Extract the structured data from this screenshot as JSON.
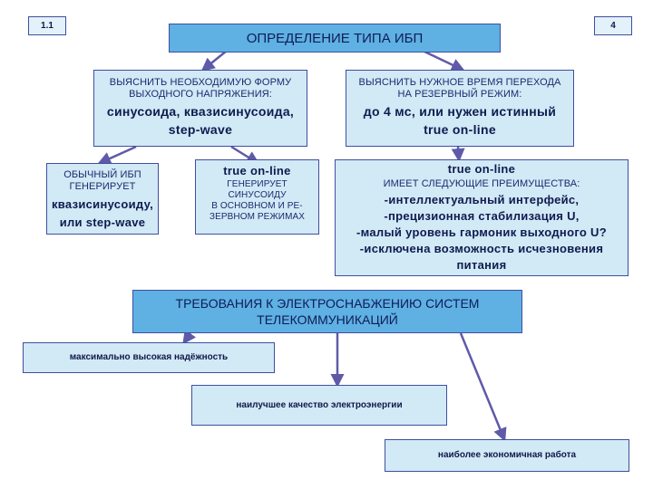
{
  "badges": {
    "left": "1.1",
    "right": "4"
  },
  "title": "ОПРЕДЕЛЕНИЕ  ТИПА  ИБП",
  "form_box": {
    "line1": "ВЫЯСНИТЬ НЕОБХОДИМУЮ ФОРМУ",
    "line2": "ВЫХОДНОГО НАПРЯЖЕНИЯ:",
    "line3": "синусоида, квазисинусоида,",
    "line4": "step-wave"
  },
  "time_box": {
    "line1": "ВЫЯСНИТЬ НУЖНОЕ ВРЕМЯ ПЕРЕХОДА",
    "line2": "НА РЕЗЕРВНЫЙ РЕЖИМ:",
    "line3": "до 4 мс, или нужен истинный",
    "line4": "true on-line"
  },
  "ordinary_box": {
    "line1": "ОБЫЧНЫЙ ИБП",
    "line2": "ГЕНЕРИРУЕТ",
    "line3": "квазисинусоиду,",
    "line4": "или step-wave"
  },
  "online_box": {
    "line1": "true on-line",
    "line2": "ГЕНЕРИРУЕТ",
    "line3": "СИНУСОИДУ",
    "line4": "В ОСНОВНОМ И РЕ-",
    "line5": "ЗЕРВНОМ РЕЖИМАХ"
  },
  "advantages_box": {
    "line1": "true on-line",
    "line2": "ИМЕЕТ СЛЕДУЮЩИЕ ПРЕИМУЩЕСТВА:",
    "line3": "-интеллектуальный интерфейс,",
    "line4": "-прецизионная стабилизация U,",
    "line5": "-малый уровень гармоник выходного U?",
    "line6": "-исключена возможность исчезновения",
    "line7": "питания"
  },
  "requirements": {
    "line1": "ТРЕБОВАНИЯ К ЭЛЕКТРОСНАБЖЕНИЮ СИСТЕМ",
    "line2": "ТЕЛЕКОММУНИКАЦИЙ"
  },
  "req_items": [
    "максимально высокая надёжность",
    "наилучшее качество электроэнергии",
    "наиболее экономичная работа"
  ],
  "colors": {
    "header": "#5fb0e3",
    "box": "#d2e9f6",
    "arrow": "#5f5aa8",
    "border": "#3f4f9f"
  }
}
